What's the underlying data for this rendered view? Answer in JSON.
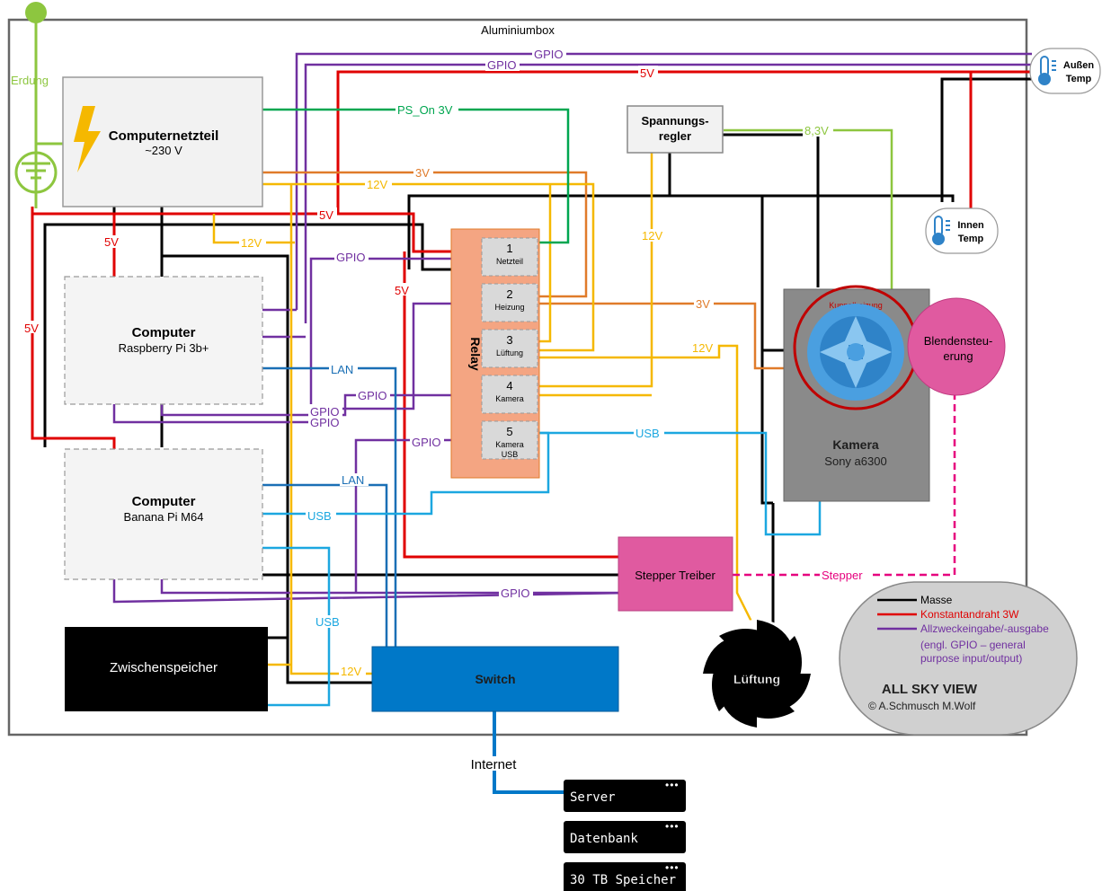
{
  "box": {
    "title": "Aluminiumbox"
  },
  "ground": {
    "label": "Erdung"
  },
  "psu": {
    "title": "Computernetzteil",
    "subtitle": "~230 V"
  },
  "regulator": {
    "line1": "Spannungs-",
    "line2": "regler"
  },
  "raspberry": {
    "title": "Computer",
    "subtitle": "Raspberry Pi 3b+"
  },
  "banana": {
    "title": "Computer",
    "subtitle": "Banana Pi M64"
  },
  "relay": {
    "title": "Relay",
    "channels": [
      {
        "num": "1",
        "name": "Netzteil"
      },
      {
        "num": "2",
        "name": "Heizung"
      },
      {
        "num": "3",
        "name": "Lüftung"
      },
      {
        "num": "4",
        "name": "Kamera"
      },
      {
        "num": "5",
        "name": "Kamera",
        "name2": "USB"
      }
    ]
  },
  "camera": {
    "title": "Kamera",
    "subtitle": "Sony a6300",
    "heater": "Kuppelheizung"
  },
  "aperture": {
    "line1": "Blendensteu-",
    "line2": "erung"
  },
  "stepper": {
    "title": "Stepper Treiber"
  },
  "storage": {
    "title": "Zwischenspeicher"
  },
  "switch": {
    "title": "Switch"
  },
  "fan": {
    "title": "Lüftung"
  },
  "sensors": {
    "outer": {
      "line1": "Außen",
      "line2": "Temp"
    },
    "inner": {
      "line1": "Innen",
      "line2": "Temp"
    }
  },
  "wires": {
    "gpio": "GPIO",
    "v5": "5V",
    "v12": "12V",
    "v3": "3V",
    "v83": "8,3V",
    "ps_on": "PS_On 3V",
    "lan": "LAN",
    "usb": "USB",
    "stepper": "Stepper"
  },
  "legend": {
    "items": [
      {
        "label": "Masse",
        "color": "#000000"
      },
      {
        "label": "Konstantandraht 3W",
        "color": "#e00000"
      },
      {
        "label": "Allzweckeingabe/-ausgabe",
        "color": "#7030a0"
      }
    ],
    "note1": "(engl. GPIO – general",
    "note2": "purpose input/output)",
    "title": "ALL SKY VIEW",
    "credit": "© A.Schmusch M.Wolf"
  },
  "internet": {
    "label": "Internet"
  },
  "servers": [
    {
      "label": "Server"
    },
    {
      "label": "Datenbank"
    },
    {
      "label": "30 TB Speicher"
    }
  ],
  "colors": {
    "ground": "#000000",
    "red": "#e00000",
    "gpio": "#7030a0",
    "orange": "#e07b2a",
    "yellow": "#f5b800",
    "green": "#00a650",
    "lightgreen": "#8dc63f",
    "lan": "#1a6fb5",
    "usb": "#1ca7e0",
    "pink": "#e6007e",
    "relay": "#f4a582",
    "stepper": "#e05aa0",
    "switch": "#0078c8"
  }
}
